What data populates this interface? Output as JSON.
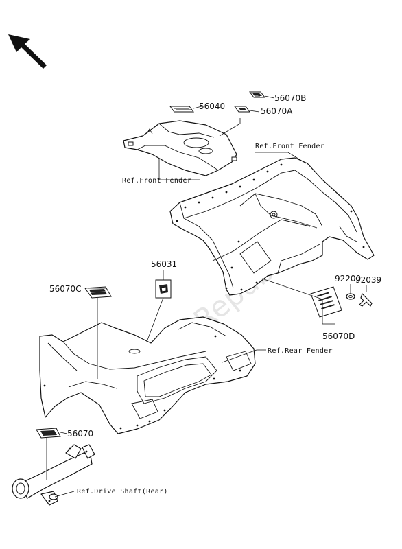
{
  "watermark": "PartsRepublik",
  "labels": {
    "p56040": "56040",
    "p56070B": "56070B",
    "p56070A": "56070A",
    "p56031": "56031",
    "p56070C": "56070C",
    "p92200": "92200",
    "p92039": "92039",
    "p56070D": "56070D",
    "p56070": "56070"
  },
  "refs": {
    "front_fender_right": "Ref.Front Fender",
    "front_fender_left": "Ref.Front Fender",
    "rear_fender": "Ref.Rear Fender",
    "drive_shaft": "Ref.Drive Shaft(Rear)"
  }
}
